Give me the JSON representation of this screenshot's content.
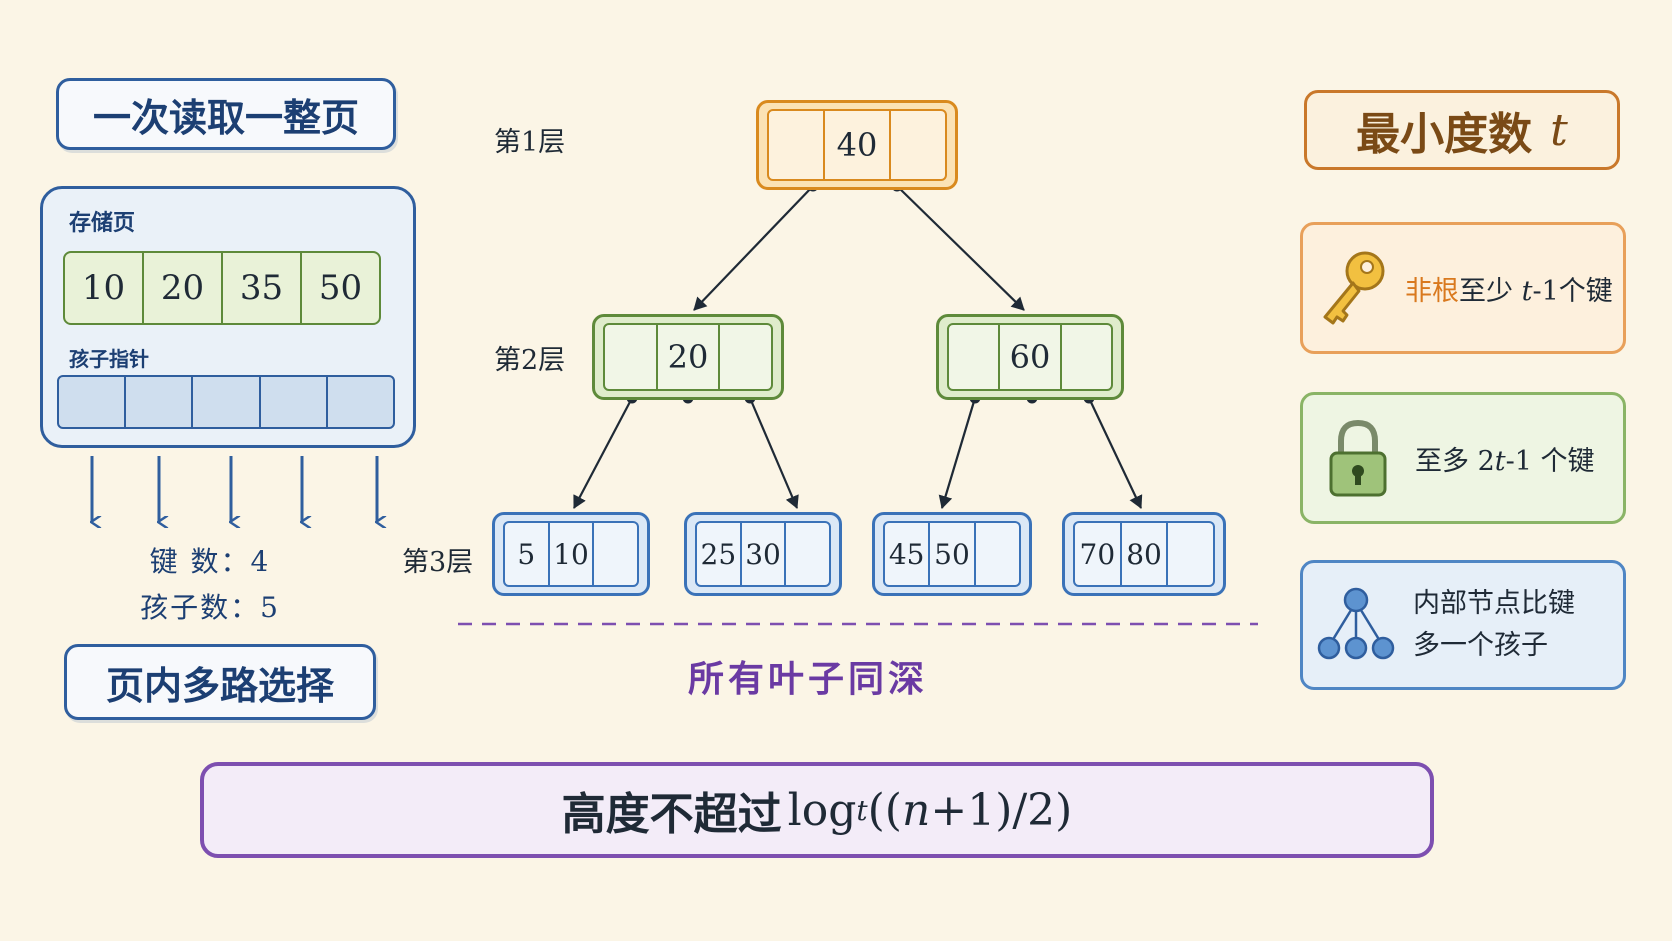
{
  "left": {
    "title": "一次读取一整页",
    "page_label": "存储页",
    "keys": [
      "10",
      "20",
      "35",
      "50"
    ],
    "pointer_label": "孩子指针",
    "key_count": "键 数：4",
    "child_count": "孩子数：5",
    "bottom_title": "页内多路选择"
  },
  "tree": {
    "levels": [
      "第1层",
      "第2层",
      "第3层"
    ],
    "root": {
      "keys": [
        "",
        "40",
        ""
      ]
    },
    "level2": [
      {
        "keys": [
          "",
          "20",
          ""
        ]
      },
      {
        "keys": [
          "",
          "60",
          ""
        ]
      }
    ],
    "level3": [
      {
        "keys": [
          "5",
          "10",
          ""
        ]
      },
      {
        "keys": [
          "25",
          "30",
          ""
        ]
      },
      {
        "keys": [
          "45",
          "50",
          ""
        ]
      },
      {
        "keys": [
          "70",
          "80",
          ""
        ]
      }
    ],
    "leaf_note": "所有叶子同深"
  },
  "right": {
    "title_prefix": "最小度数",
    "title_var": "t",
    "card1": {
      "highlight": "非根",
      "text_a": "至少 ",
      "var": "t",
      "text_b": "-1个键",
      "icon": "key-icon"
    },
    "card2": {
      "text_a": "至多 2",
      "var": "t",
      "text_b": "-1 个键",
      "icon": "lock-icon"
    },
    "card3": {
      "line1": "内部节点比键",
      "line2": "多一个孩子",
      "icon": "tree-icon"
    }
  },
  "formula": {
    "prefix": "高度不超过 ",
    "log": "log",
    "sub": "t",
    "open": "((",
    "n": "n",
    "rest": "+1)/2)"
  },
  "colors": {
    "orange": "#d98a1e",
    "green": "#5e8a3a",
    "blue": "#3a72b8",
    "purple": "#7d4fb0",
    "navy": "#2f5e9e"
  }
}
